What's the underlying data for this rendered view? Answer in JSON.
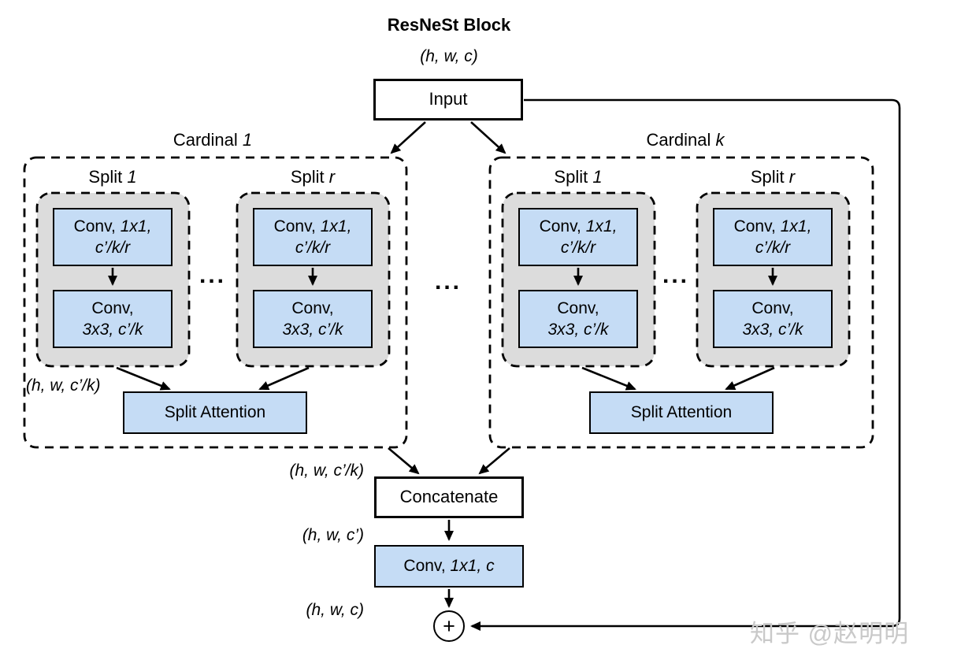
{
  "colors": {
    "conv_blue": "#c5dcf5",
    "split_gray": "#dcdcdc",
    "line_black": "#000000",
    "watermark_gray": "#c9c9c9"
  },
  "title": "ResNeSt Block",
  "input": {
    "shape": "(h, w, c)",
    "label": "Input"
  },
  "cardinals": [
    {
      "name": "Cardinal ",
      "index": "1",
      "shape_label": "(h, w, c’/k)",
      "attention_label": "Split Attention",
      "dots": "...",
      "splits": [
        {
          "name": "Split ",
          "index": "1",
          "conv1_prefix": "Conv, ",
          "conv1_kernel": "1x1,",
          "conv1_channels": "c’/k/r",
          "conv2_prefix": "Conv,",
          "conv2_detail": "3x3, c’/k"
        },
        {
          "name": "Split ",
          "index": "r",
          "conv1_prefix": "Conv, ",
          "conv1_kernel": "1x1,",
          "conv1_channels": "c’/k/r",
          "conv2_prefix": "Conv,",
          "conv2_detail": "3x3, c’/k"
        }
      ]
    },
    {
      "name": "Cardinal ",
      "index": "k",
      "attention_label": "Split Attention",
      "dots": "...",
      "splits": [
        {
          "name": "Split ",
          "index": "1",
          "conv1_prefix": "Conv, ",
          "conv1_kernel": "1x1,",
          "conv1_channels": "c’/k/r",
          "conv2_prefix": "Conv,",
          "conv2_detail": "3x3, c’/k"
        },
        {
          "name": "Split ",
          "index": "r",
          "conv1_prefix": "Conv, ",
          "conv1_kernel": "1x1,",
          "conv1_channels": "c’/k/r",
          "conv2_prefix": "Conv,",
          "conv2_detail": "3x3, c’/k"
        }
      ]
    }
  ],
  "middle_dots": "...",
  "bottom": {
    "concat_input_shape": "(h, w, c’/k)",
    "concat_label": "Concatenate",
    "conv_input_shape": "(h, w, c’)",
    "conv_prefix": "Conv, ",
    "conv_detail": "1x1, c",
    "output_shape": "(h, w, c)",
    "plus": "+"
  },
  "watermark": "知乎 @赵明明"
}
